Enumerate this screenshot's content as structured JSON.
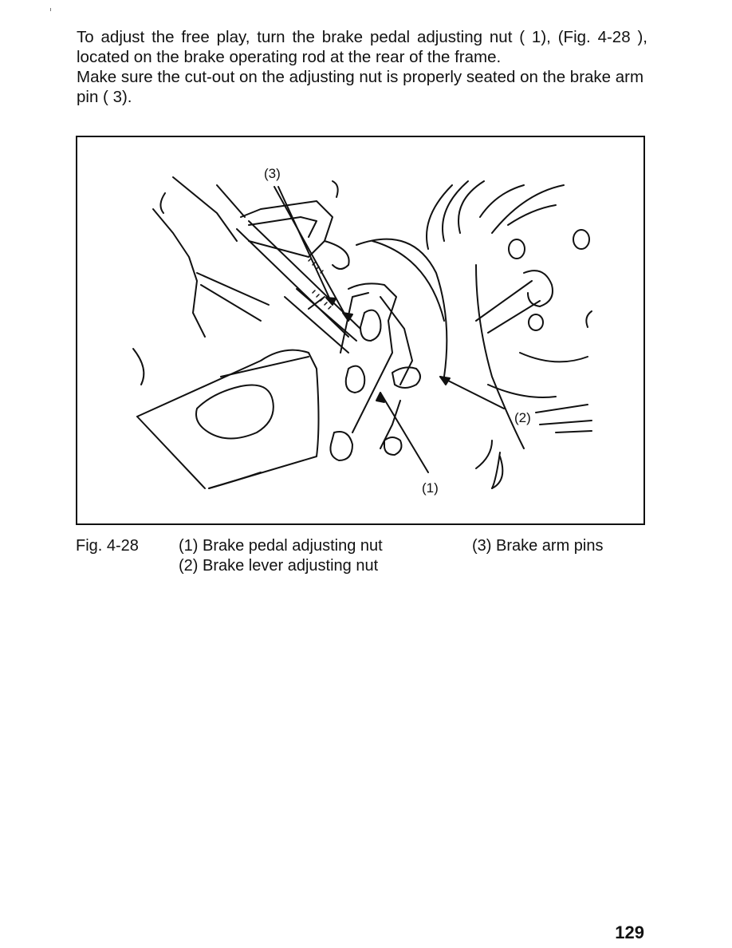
{
  "intro": {
    "paragraph_1": "To adjust the free play, turn the brake pedal adjusting nut ( 1), (Fig. 4-28 ), located on the brake operating rod at the rear of the frame.",
    "paragraph_2": "Make sure the cut-out on the adjusting nut is properly seated on the brake arm pin ( 3)."
  },
  "figure": {
    "callout_1": "(1)",
    "callout_2": "(2)",
    "callout_3": "(3)"
  },
  "caption": {
    "figure_label": "Fig. 4-28",
    "item_1": "(1) Brake pedal adjusting nut",
    "item_2": "(2) Brake lever adjusting nut",
    "item_3": "(3) Brake arm pins"
  },
  "page_number": "129"
}
